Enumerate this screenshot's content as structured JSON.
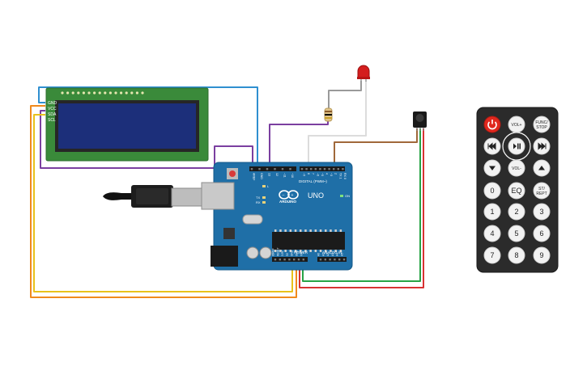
{
  "lcd": {
    "pin_labels": [
      "GND",
      "VCC",
      "SDA",
      "SCL"
    ]
  },
  "arduino": {
    "brand": "ARDUINO",
    "model": "UNO",
    "digital_label": "DIGITAL (PWM~)",
    "power_label": "POWER",
    "analog_label": "ANALOG IN",
    "top_pins": [
      "AREF",
      "GND",
      "13",
      "12",
      "~11",
      "~10",
      "~9",
      "8",
      "7",
      "~6",
      "~5",
      "4",
      "~3",
      "2",
      "TX 1",
      "RX 0"
    ],
    "power_pins": [
      "IOREF",
      "RESET",
      "3.3V",
      "5V",
      "GND",
      "GND",
      "Vin"
    ],
    "analog_pins": [
      "A0",
      "A1",
      "A2",
      "A3",
      "A4",
      "A5"
    ],
    "led_labels": [
      "L",
      "TX",
      "RX",
      "ON"
    ]
  },
  "remote": {
    "buttons": [
      "power",
      "VOL+",
      "FUNC/\nSTOP",
      "prev",
      "play-pause",
      "next",
      "down",
      "VOL-",
      "up",
      "0",
      "EQ",
      "ST/\nREPT",
      "1",
      "2",
      "3",
      "4",
      "5",
      "6",
      "7",
      "8",
      "9"
    ]
  },
  "colors": {
    "board": "#1f6fa7",
    "lcd_pcb": "#3a8a3a",
    "lcd_screen": "#1c2f7a",
    "remote_body": "#2b2b2b",
    "power_button": "#e0281e",
    "wire_blue": "#2f8fd0",
    "wire_purple": "#7b3fa0",
    "wire_orange": "#f08a1c",
    "wire_yellow": "#e8c21c",
    "wire_brown": "#a0683a",
    "wire_green": "#27a345",
    "wire_red": "#d83232"
  }
}
